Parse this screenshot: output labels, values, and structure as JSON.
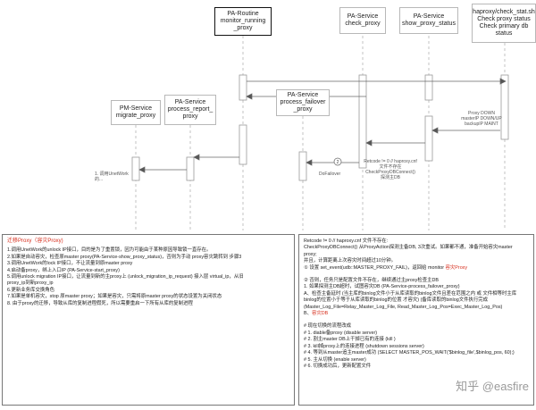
{
  "actors": [
    {
      "id": "routine",
      "label": "PA-Routine\nmonitor_running\n_proxy"
    },
    {
      "id": "check_proxy",
      "label": "PA-Service\ncheck_proxy"
    },
    {
      "id": "show_status",
      "label": "PA-Service\nshow_proxy_status"
    },
    {
      "id": "haproxy",
      "label": "haproxy/check_stat.sh\nCheck proxy status\nCheck primary db\nstatus"
    },
    {
      "id": "migrate",
      "label": "PM-Service\nmigrate_proxy"
    },
    {
      "id": "report",
      "label": "PA-Service\nprocess_report_\nproxy"
    },
    {
      "id": "failover",
      "label": "PA-Service\nprocess_failover\n_proxy"
    }
  ],
  "labels": {
    "unlock": "1. 调用UnetWork的...",
    "proxy_down": "Proxy DOWN\nmasterIP DOWN/UP\nbackupIP MAINT",
    "retcode": "Retcode != 0 // haproxy.cnf\n文件不存在\nCheckProxyDBConnect()\n探测主DB",
    "dofailover": "DoFailover",
    "step2": "2"
  },
  "left_note": {
    "title": "迁移Proxy（容灾Proxy)",
    "lines": [
      "1.调用UnetWork的unlock IP接口，目的是为了重置锁，因为可能由于某种原因导致锁一直存在。",
      "2.如果是自动容灾，检查原master proxy(PA-Service-show_proxy_status)，否则为手动 proxy容灾跳转到 步骤3",
      "3.调用UnetWork的lock IP接口，不让流量到原master proxy",
      "4.启动备proxy，绑上入口IP (PA-Service-start_proxy)",
      "5.调用unlock migration IP接口，让流量到新的主proxy上 (unlock_migration_ip_request) 接入层 virtual_ip，从旧",
      "proxy_ip到新proxy_ip",
      "6.更新业务库交换角色",
      "7.如果是单机容灾，stop 原master proxy；如果是容灾，只需将原master proxy的状态设置为关闭状态",
      "8. 由于proxy的迁移，导致从库的复制进程假死，所以需要重启一下所有从库的复制进程"
    ]
  },
  "right_note": {
    "para1": [
      "Retcode != 0 // haproxy.cnf 文件不存在:",
      "CheckProxyDBConnect() 从ProxyAction探测主备DB, 3次重试。如果都不通，准备开始容灾master",
      "proxy;",
      "并且，计算距离上次容灾时间超过10分钟。"
    ],
    "p1_prefix": "① 设置 set_event(udb::MASTER_PROXY_FAIL)，返回给 monitor ",
    "p1_red": "容灾Proxy",
    "para2": [
      "② 否则，任务只是配置文件不存在，继续通过主proxy检查主DB",
      "1. 如果探测主DB超时，试图容灾DB (PA-Service-process_failover_proxy)",
      "A、检查主备延时 (当主库的binlog文件小于从库读取的binlog文件且差在范围之内 或 文件相等时主库",
      "binlog的位置小于等于从库读取的binlog的位置 才容灾) (备库读取的binlog文件执行完成",
      "(Master_Log_File=Relay_Master_Log_File, Read_Master_Log_Pos=Exec_Master_Log_Pos)"
    ],
    "p2_prefix": "B、",
    "p2_red": "容灾DB",
    "para3": [
      "# 现在切换的流程改成",
      "# 1. diable备proxy (disable server)",
      "# 2. 割主master DB上干掉已有的连接 (kill )",
      "# 3. kill掉proxy上的连接进程 (shutdown sessions server)",
      "# 4. 等到从master追主master成功 (SELECT MASTER_POS_WAIT('$binlog_file',$binlog_pos, 60);)",
      "# 5. 主从切换 (enable server)",
      "# 6. 切换成功后，更新配置文件"
    ]
  },
  "watermark": "知乎 @easfire",
  "colors": {
    "line": "#8a8a8a",
    "dash": "#b5b5b5",
    "red": "#d7301f",
    "arrow": "#444444"
  }
}
